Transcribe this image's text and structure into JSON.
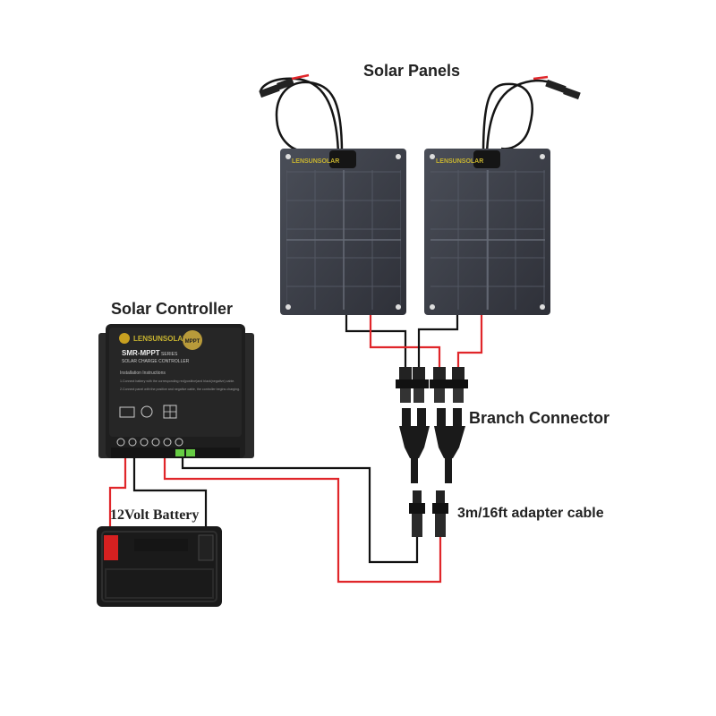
{
  "labels": {
    "solar_panels": "Solar Panels",
    "solar_controller": "Solar Controller",
    "branch_connector": "Branch Connector",
    "adapter_cable": "3m/16ft adapter cable",
    "battery": "12Volt Battery"
  },
  "panel": {
    "brand": "LENSUNSOLAR"
  },
  "controller": {
    "brand": "LENSUNSOLAR",
    "model": "SMR-MPPT",
    "series": "SERIES",
    "subtitle": "SOLAR CHARGE CONTROLLER",
    "badge": "MPPT",
    "instructions_title": "Installation Instructions",
    "instruction_1": "1.Connect battery with the corresponding red(positive)and black(negative) cable.",
    "instruction_2": "2.Connect panel with the positive and negative cable, the controller begins charging."
  },
  "colors": {
    "positive_wire": "#e0262a",
    "negative_wire": "#111111",
    "panel_body": "#3a3d45",
    "controller_body": "#1e1e1e"
  }
}
